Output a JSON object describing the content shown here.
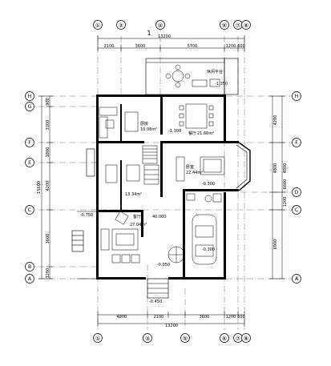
{
  "drawing": {
    "title_marker": "1",
    "top_axes": [
      "①",
      "②",
      "④",
      "⑥",
      "⑦",
      "⑧"
    ],
    "bottom_axes": [
      "①",
      "③",
      "⑤",
      "⑥",
      "⑦",
      "⑧"
    ],
    "left_axes": [
      "H",
      "G",
      "F",
      "E",
      "C",
      "B",
      "A"
    ],
    "right_axes": [
      "H",
      "F",
      "D",
      "C",
      "A"
    ],
    "top_overall": "13200",
    "top_dims": [
      "2100",
      "3600",
      "5700",
      "1200",
      "600"
    ],
    "bottom_overall": "13200",
    "bottom_dims": [
      "4800",
      "2100",
      "3600",
      "1200",
      "600"
    ],
    "left_overall": "15600",
    "left_dims": [
      "900",
      "3300",
      "1800",
      "4200",
      "3600",
      "1200"
    ],
    "right_outer_dims": [
      "4200",
      "4800",
      "6900"
    ],
    "right_inner_dims": [
      "4800",
      "1200",
      "6600"
    ],
    "room_labels": {
      "dining": "餐厅",
      "dining_area": "21.60m²",
      "kitchen": "厨房",
      "kitchen_area": "10.08m²",
      "bedroom": "卧室",
      "bedroom_area": "22.44m²",
      "hall_area": "13.34m²",
      "living": "客厅",
      "living_area": "27.04m²",
      "garage_area": "40.000",
      "terrace": "休闲平台"
    },
    "levels": {
      "terrace": "-1.350",
      "kitchen": "-1.300",
      "bedroom": "-0.300",
      "living_west": "-0.750",
      "stair": "-0.050",
      "garage": "-0.300",
      "entry": "-0.450"
    }
  }
}
